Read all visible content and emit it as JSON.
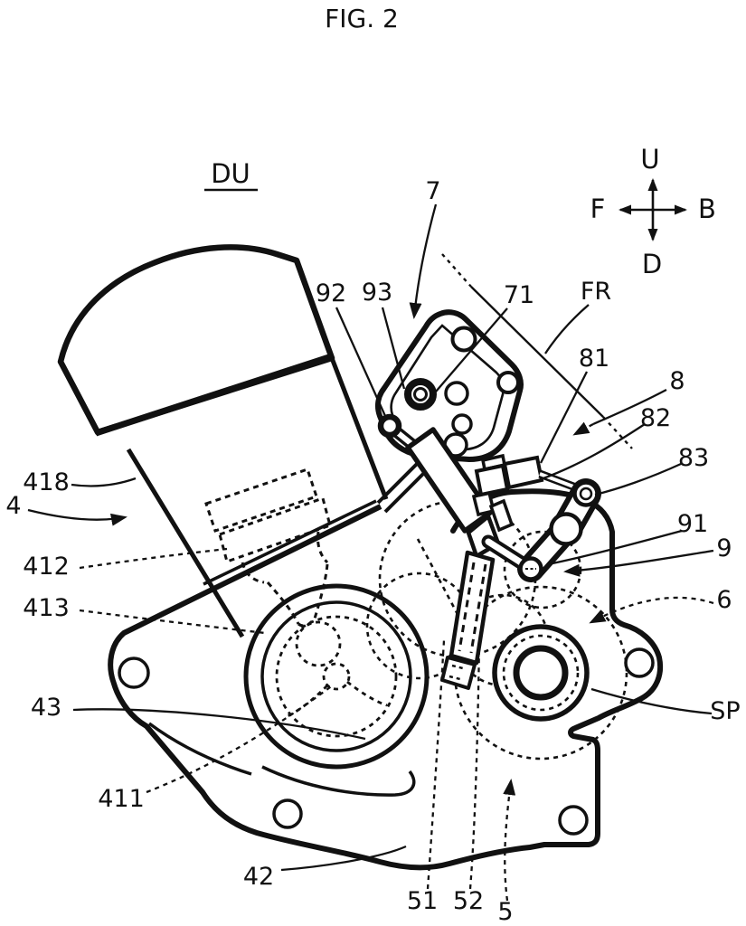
{
  "figure": {
    "title": "FIG. 2",
    "drive_unit_label": "DU"
  },
  "compass": {
    "up": "U",
    "down": "D",
    "front": "F",
    "back": "B"
  },
  "labels": {
    "fr": "FR",
    "n7": "7",
    "n92": "92",
    "n93": "93",
    "n71": "71",
    "n81": "81",
    "n8": "8",
    "n82": "82",
    "n83": "83",
    "n91": "91",
    "n9": "9",
    "n6": "6",
    "n418": "418",
    "n4": "4",
    "n412": "412",
    "n413": "413",
    "n43": "43",
    "n411": "411",
    "n42": "42",
    "n51": "51",
    "n52": "52",
    "n5": "5",
    "sp": "SP"
  },
  "colors": {
    "ink": "#111111",
    "background": "#ffffff"
  }
}
